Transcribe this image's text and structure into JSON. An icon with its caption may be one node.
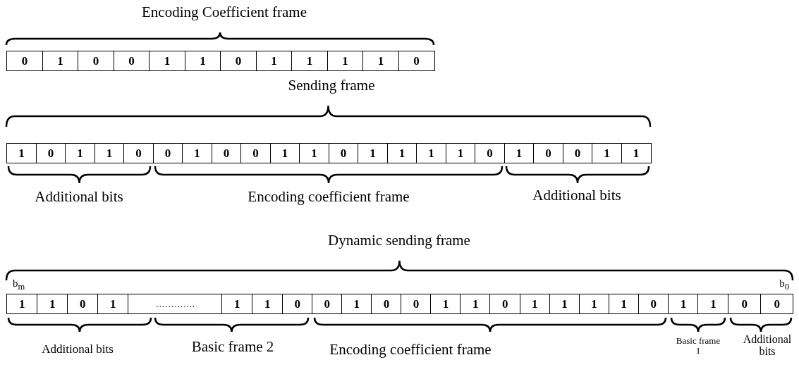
{
  "diagram": {
    "nodes": [
      {
        "text": [
          "0"
        ]
      },
      {
        "text": [
          "1"
        ]
      },
      {
        "text": [
          "0"
        ]
      },
      {
        "text": [
          "0"
        ]
      },
      {
        "text": [
          "1"
        ]
      },
      {
        "text": [
          "1"
        ]
      },
      {
        "text": [
          "0"
        ]
      },
      {
        "text": [
          "1"
        ]
      },
      {
        "text": [
          "1"
        ]
      },
      {
        "text": [
          "1"
        ]
      },
      {
        "text": [
          "1"
        ]
      },
      {
        "text": [
          "0"
        ]
      },
      {
        "text": [
          "1"
        ]
      },
      {
        "text": [
          "0"
        ]
      },
      {
        "text": [
          "1"
        ]
      },
      {
        "text": [
          "1"
        ]
      },
      {
        "text": [
          "0"
        ]
      },
      {
        "text": [
          "0"
        ]
      },
      {
        "text": [
          "1"
        ]
      },
      {
        "text": [
          "0"
        ]
      },
      {
        "text": [
          "0"
        ]
      },
      {
        "text": [
          "1"
        ]
      },
      {
        "text": [
          "1"
        ]
      },
      {
        "text": [
          "0"
        ]
      },
      {
        "text": [
          "1"
        ]
      },
      {
        "text": [
          "1"
        ]
      },
      {
        "text": [
          "1"
        ]
      },
      {
        "text": [
          "1"
        ]
      },
      {
        "text": [
          "0"
        ]
      },
      {
        "text": [
          "1"
        ]
      },
      {
        "text": [
          "0"
        ]
      },
      {
        "text": [
          "0"
        ]
      },
      {
        "text": [
          "1"
        ]
      },
      {
        "text": [
          "1"
        ]
      },
      {
        "text": [
          "1"
        ]
      },
      {
        "text": [
          "1"
        ]
      },
      {
        "text": [
          "0"
        ]
      },
      {
        "text": [
          "1"
        ]
      },
      {
        "text": [
          "…………."
        ]
      },
      {
        "text": [
          "1"
        ]
      },
      {
        "text": [
          "1"
        ]
      },
      {
        "text": [
          "0"
        ]
      },
      {
        "text": [
          "0"
        ]
      },
      {
        "text": [
          "1"
        ]
      },
      {
        "text": [
          "0"
        ]
      },
      {
        "text": [
          "0"
        ]
      },
      {
        "text": [
          "1"
        ]
      },
      {
        "text": [
          "1"
        ]
      },
      {
        "text": [
          "0"
        ]
      },
      {
        "text": [
          "1"
        ]
      },
      {
        "text": [
          "1"
        ]
      },
      {
        "text": [
          "1"
        ]
      },
      {
        "text": [
          "1"
        ]
      },
      {
        "text": [
          "0"
        ]
      },
      {
        "text": [
          "1"
        ]
      },
      {
        "text": [
          "1"
        ]
      },
      {
        "text": [
          "0"
        ]
      },
      {
        "text": [
          "0"
        ]
      }
    ],
    "edges": [],
    "labels": [
      "Encoding Coefficient frame",
      "Sending frame",
      "Additional bits",
      "Encoding coefficient frame",
      "Additional bits",
      "Dynamic sending frame",
      "b$_{m}$",
      "b$_{0}$",
      "Additional bits",
      "Basic frame 2",
      "Encoding coefficient frame",
      "Basic frame 1",
      "Additional bits"
    ]
  }
}
